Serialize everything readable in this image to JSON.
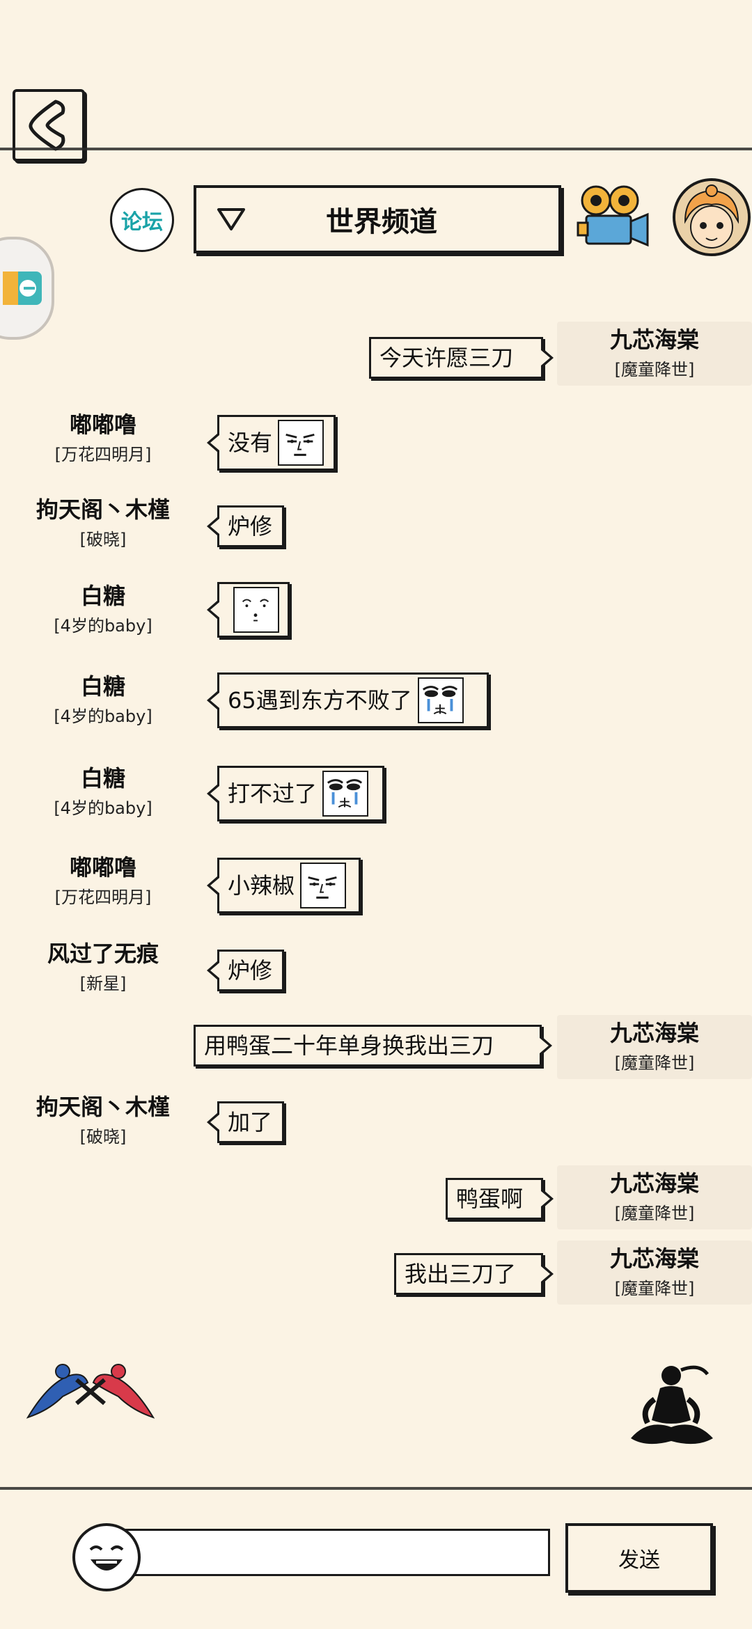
{
  "header": {
    "forum_label": "论坛",
    "channel_title": "世界频道"
  },
  "messages": [
    {
      "side": "right",
      "name": "九芯海棠",
      "tag": "[魔童降世]",
      "text": "今天许愿三刀",
      "sticker": ""
    },
    {
      "side": "left",
      "name": "嘟嘟噜",
      "tag": "[万花四明月]",
      "text": "没有",
      "sticker": "stoic-face"
    },
    {
      "side": "left",
      "name": "拘天阁丶木槿",
      "tag": "[破晓]",
      "text": "炉修",
      "sticker": ""
    },
    {
      "side": "left",
      "name": "白糖",
      "tag": "[4岁的baby]",
      "text": "",
      "sticker": "blank-face"
    },
    {
      "side": "left",
      "name": "白糖",
      "tag": "[4岁的baby]",
      "text": "65遇到东方不败了",
      "sticker": "crying-face"
    },
    {
      "side": "left",
      "name": "白糖",
      "tag": "[4岁的baby]",
      "text": "打不过了",
      "sticker": "crying-face"
    },
    {
      "side": "left",
      "name": "嘟嘟噜",
      "tag": "[万花四明月]",
      "text": "小辣椒",
      "sticker": "stoic-face"
    },
    {
      "side": "left",
      "name": "风过了无痕",
      "tag": "[新星]",
      "text": "炉修",
      "sticker": ""
    },
    {
      "side": "right",
      "name": "九芯海棠",
      "tag": "[魔童降世]",
      "text": "用鸭蛋二十年单身换我出三刀",
      "sticker": ""
    },
    {
      "side": "left",
      "name": "拘天阁丶木槿",
      "tag": "[破晓]",
      "text": "加了",
      "sticker": ""
    },
    {
      "side": "right",
      "name": "九芯海棠",
      "tag": "[魔童降世]",
      "text": "鸭蛋啊",
      "sticker": ""
    },
    {
      "side": "right",
      "name": "九芯海棠",
      "tag": "[魔童降世]",
      "text": "我出三刀了",
      "sticker": ""
    }
  ],
  "composer": {
    "input_value": "",
    "input_placeholder": "",
    "send_label": "发送"
  },
  "colors": {
    "background": "#FBF3E4",
    "ink": "#1a1a1a",
    "forum_accent": "#1aa3a8"
  }
}
